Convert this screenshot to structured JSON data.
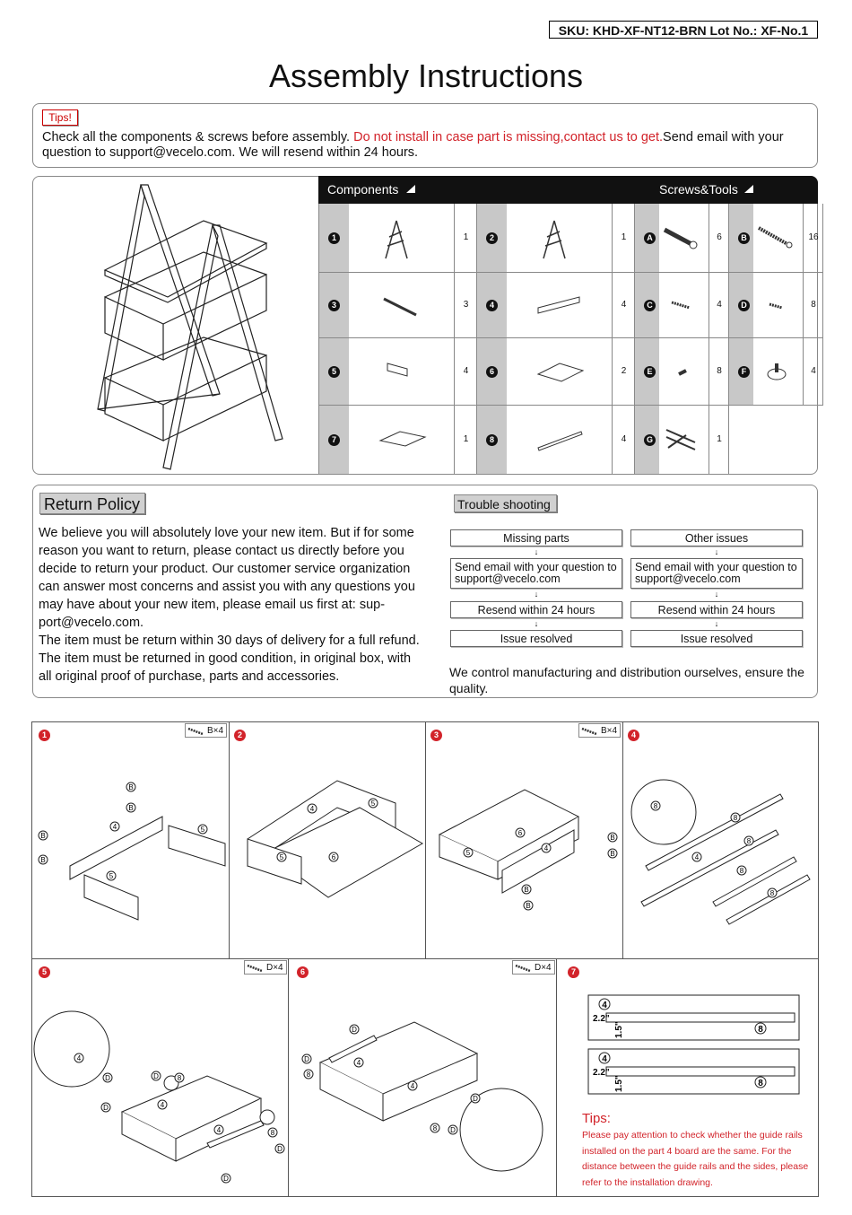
{
  "sku_line": "SKU: KHD-XF-NT12-BRN  Lot No.: XF-No.1",
  "title": "Assembly Instructions",
  "tips": {
    "label": "Tips!",
    "text_before": "Check all the components & screws before assembly. ",
    "text_red": "Do not install in case part is missing,contact us to get.",
    "text_after": "Send email with your question to support@vecelo.com. We will resend within 24 hours."
  },
  "components_header": "Components",
  "screws_header": "Screws&Tools",
  "components": [
    {
      "id": "1",
      "qty": "1",
      "icon": "side-frame-icon"
    },
    {
      "id": "2",
      "qty": "1",
      "icon": "side-frame-icon"
    },
    {
      "id": "3",
      "qty": "3",
      "icon": "rod-icon"
    },
    {
      "id": "4",
      "qty": "4",
      "icon": "drawer-side-board-icon"
    },
    {
      "id": "5",
      "qty": "4",
      "icon": "drawer-end-board-icon"
    },
    {
      "id": "6",
      "qty": "2",
      "icon": "drawer-bottom-panel-icon"
    },
    {
      "id": "7",
      "qty": "1",
      "icon": "top-panel-icon"
    },
    {
      "id": "8",
      "qty": "4",
      "icon": "guide-rail-icon"
    }
  ],
  "screws": [
    {
      "id": "A",
      "qty": "6",
      "icon": "bolt-icon"
    },
    {
      "id": "B",
      "qty": "16",
      "icon": "long-screw-icon"
    },
    {
      "id": "C",
      "qty": "4",
      "icon": "screw-icon"
    },
    {
      "id": "D",
      "qty": "8",
      "icon": "short-screw-icon"
    },
    {
      "id": "E",
      "qty": "8",
      "icon": "small-screw-icon"
    },
    {
      "id": "F",
      "qty": "4",
      "icon": "foot-pad-icon"
    },
    {
      "id": "G",
      "qty": "1",
      "icon": "allen-key-screwdriver-icon"
    }
  ],
  "return_policy": {
    "title": "Return Policy",
    "text": "We believe you will absolutely love your new item. But if for some reason you want to return, please contact us directly before you decide to return your product. Our customer service organization can answer most concerns and assist you with any questions you may have about your new item, please email us first at: sup-port@vecelo.com.",
    "text2": "The item must be return within 30 days of delivery for a full refund. The item must be returned in good condition, in original box, with all original proof of purchase, parts and accessories."
  },
  "troubleshooting": {
    "title": "Trouble shooting",
    "col1": [
      "Missing parts",
      "Send email with your question to support@vecelo.com",
      "Resend within 24 hours",
      "Issue resolved"
    ],
    "col2": [
      "Other issues",
      "Send email with your question to support@vecelo.com",
      "Resend within 24 hours",
      "Issue resolved"
    ],
    "footer": "We control manufacturing and distribution ourselves, ensure the quality."
  },
  "steps": [
    {
      "n": "1",
      "qty": "B×4"
    },
    {
      "n": "2",
      "qty": ""
    },
    {
      "n": "3",
      "qty": "B×4"
    },
    {
      "n": "4",
      "qty": ""
    },
    {
      "n": "5",
      "qty": "D×4"
    },
    {
      "n": "6",
      "qty": "D×4"
    },
    {
      "n": "7",
      "qty": ""
    }
  ],
  "step7": {
    "dim1": "2.2\"",
    "dim2": "1.5\"",
    "tips_title": "Tips:",
    "tips_text": "Please pay attention to check whether the guide rails installed on the part 4 board are the same. For the distance between the guide rails and the sides, please refer to the installation drawing."
  },
  "colors": {
    "accent_red": "#d2232a",
    "header_black": "#111111"
  }
}
